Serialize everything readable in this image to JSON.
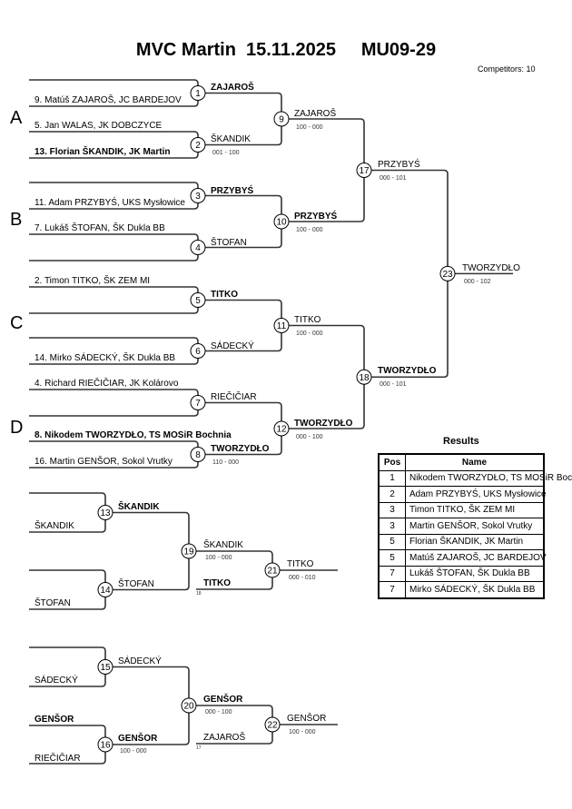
{
  "header": {
    "event": "MVC Martin",
    "date": "15.11.2025",
    "category": "MU09-29",
    "competitors_label": "Competitors: 10"
  },
  "groups": [
    "A",
    "B",
    "C",
    "D"
  ],
  "entries": [
    {
      "text": "9. Matúš ZAJAROŠ, JC BARDEJOV",
      "bold": false
    },
    {
      "text": "5. Jan WALAS, JK DOBCZYCE",
      "bold": false
    },
    {
      "text": "13. Florian ŠKANDIK, JK Martin",
      "bold": true
    },
    {
      "text": "11. Adam PRZYBYŚ, UKS Mysłowice",
      "bold": false
    },
    {
      "text": "7. Lukáš ŠTOFAN, ŠK Dukla BB",
      "bold": false
    },
    {
      "text": "2. Timon TITKO, ŠK ZEM MI",
      "bold": false
    },
    {
      "text": "14. Mirko SÁDECKÝ, ŠK Dukla BB",
      "bold": false
    },
    {
      "text": "4. Richard RIEČIČIAR, JK Kolárovo",
      "bold": false
    },
    {
      "text": "8. Nikodem TWORZYDŁO, TS MOSiR Bochnia",
      "bold": true
    },
    {
      "text": "16. Martin GENŠOR, Sokol Vrutky",
      "bold": false
    }
  ],
  "matches": {
    "m1": {
      "number": "1",
      "winner": "ZAJAROŠ",
      "bold": true,
      "score": ""
    },
    "m2": {
      "number": "2",
      "winner": "ŠKANDIK",
      "bold": false,
      "score": "001 - 100"
    },
    "m3": {
      "number": "3",
      "winner": "PRZYBYŚ",
      "bold": true,
      "score": ""
    },
    "m4": {
      "number": "4",
      "winner": "ŠTOFAN",
      "bold": false,
      "score": ""
    },
    "m5": {
      "number": "5",
      "winner": "TITKO",
      "bold": true,
      "score": ""
    },
    "m6": {
      "number": "6",
      "winner": "SÁDECKÝ",
      "bold": false,
      "score": ""
    },
    "m7": {
      "number": "7",
      "winner": "RIEČIČIAR",
      "bold": false,
      "score": ""
    },
    "m8": {
      "number": "8",
      "winner": "TWORZYDŁO",
      "bold": true,
      "score": "110 - 000"
    },
    "m9": {
      "number": "9",
      "winner": "ZAJAROŠ",
      "bold": false,
      "score": "100 - 000"
    },
    "m10": {
      "number": "10",
      "winner": "PRZYBYŚ",
      "bold": true,
      "score": "100 - 000"
    },
    "m11": {
      "number": "11",
      "winner": "TITKO",
      "bold": false,
      "score": "100 - 000"
    },
    "m12": {
      "number": "12",
      "winner": "TWORZYDŁO",
      "bold": true,
      "score": "000 - 100"
    },
    "m17": {
      "number": "17",
      "winner": "PRZYBYŚ",
      "bold": false,
      "score": "000 - 101"
    },
    "m18": {
      "number": "18",
      "winner": "TWORZYDŁO",
      "bold": true,
      "score": "000 - 101"
    },
    "m23": {
      "number": "23",
      "winner": "TWORZYDŁO",
      "bold": false,
      "score": "000 - 102"
    },
    "m13": {
      "number": "13",
      "loser": "ŠKANDIK",
      "winner": "ŠKANDIK",
      "bold": true,
      "score": ""
    },
    "m14": {
      "number": "14",
      "loser": "ŠTOFAN",
      "winner": "ŠTOFAN",
      "bold": false,
      "score": ""
    },
    "m19": {
      "number": "19",
      "winner": "ŠKANDIK",
      "bold": false,
      "score": "100 - 000"
    },
    "m21_in": {
      "name": "TITKO",
      "bold": true,
      "from": "18"
    },
    "m21": {
      "number": "21",
      "winner": "TITKO",
      "bold": false,
      "score": "000 - 010"
    },
    "m15": {
      "number": "15",
      "loser": "SÁDECKÝ",
      "winner": "SÁDECKÝ",
      "bold": false,
      "score": ""
    },
    "m16": {
      "number": "16",
      "top": "GENŠOR",
      "loser": "RIEČIČIAR",
      "winner": "GENŠOR",
      "bold": true,
      "score": "100 - 000"
    },
    "m20": {
      "number": "20",
      "winner": "GENŠOR",
      "bold": true,
      "score": "000 - 100"
    },
    "m22_in": {
      "name": "ZAJAROŠ",
      "bold": false,
      "from": "17"
    },
    "m22": {
      "number": "22",
      "winner": "GENŠOR",
      "bold": false,
      "score": "100 - 000"
    }
  },
  "results": {
    "title": "Results",
    "headers": [
      "Pos",
      "Name"
    ],
    "rows": [
      {
        "pos": "1",
        "name": "Nikodem TWORZYDŁO, TS MOSiR Bochnia"
      },
      {
        "pos": "2",
        "name": "Adam PRZYBYŚ, UKS Mysłowice"
      },
      {
        "pos": "3",
        "name": "Timon TITKO, ŠK ZEM MI"
      },
      {
        "pos": "3",
        "name": "Martin GENŠOR, Sokol Vrutky"
      },
      {
        "pos": "5",
        "name": "Florian ŠKANDIK, JK Martin"
      },
      {
        "pos": "5",
        "name": "Matúš ZAJAROŠ, JC BARDEJOV"
      },
      {
        "pos": "7",
        "name": "Lukáš ŠTOFAN, ŠK Dukla BB"
      },
      {
        "pos": "7",
        "name": "Mirko SÁDECKÝ, ŠK Dukla BB"
      }
    ]
  }
}
